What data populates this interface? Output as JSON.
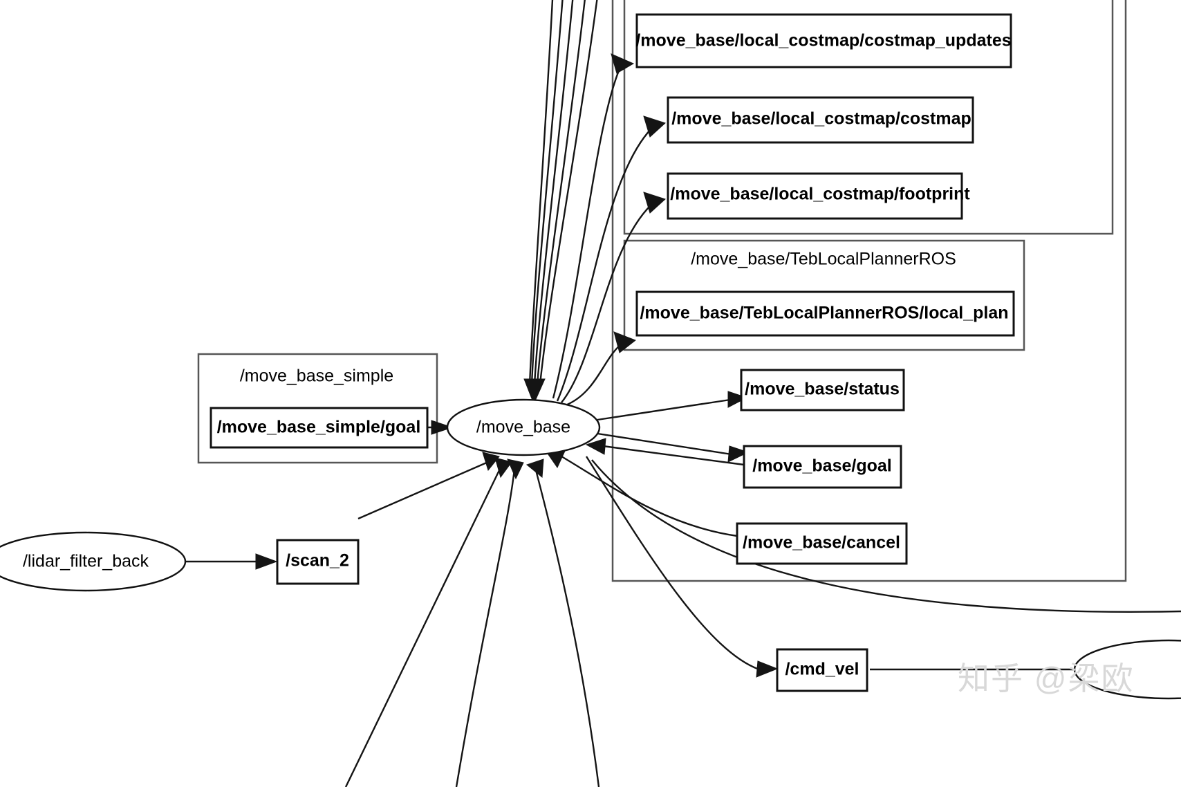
{
  "diagram": {
    "type": "ros-node-graph",
    "background": "#ffffff",
    "node_fill": "#ffffff",
    "node_stroke": "#111111",
    "cluster_stroke": "#565656",
    "edge_stroke": "#141414"
  },
  "clusters": {
    "move_base": {
      "label": ""
    },
    "local_costmap": {
      "label": ""
    },
    "teb": {
      "label": "/move_base/TebLocalPlannerROS"
    },
    "move_base_simple": {
      "label": "/move_base_simple"
    }
  },
  "nodes": {
    "costmap_updates": {
      "label": "/move_base/local_costmap/costmap_updates"
    },
    "costmap": {
      "label": "/move_base/local_costmap/costmap"
    },
    "footprint": {
      "label": "/move_base/local_costmap/footprint"
    },
    "local_plan": {
      "label": "/move_base/TebLocalPlannerROS/local_plan"
    },
    "status": {
      "label": "/move_base/status"
    },
    "goal": {
      "label": "/move_base/goal"
    },
    "cancel": {
      "label": "/move_base/cancel"
    },
    "simple_goal": {
      "label": "/move_base_simple/goal"
    },
    "move_base": {
      "label": "/move_base"
    },
    "lidar_filter_back": {
      "label": "/lidar_filter_back"
    },
    "scan_2": {
      "label": "/scan_2"
    },
    "cmd_vel": {
      "label": "/cmd_vel"
    }
  },
  "watermark": {
    "text": "知乎 @梁欧",
    "color": "#d8d8d8"
  }
}
